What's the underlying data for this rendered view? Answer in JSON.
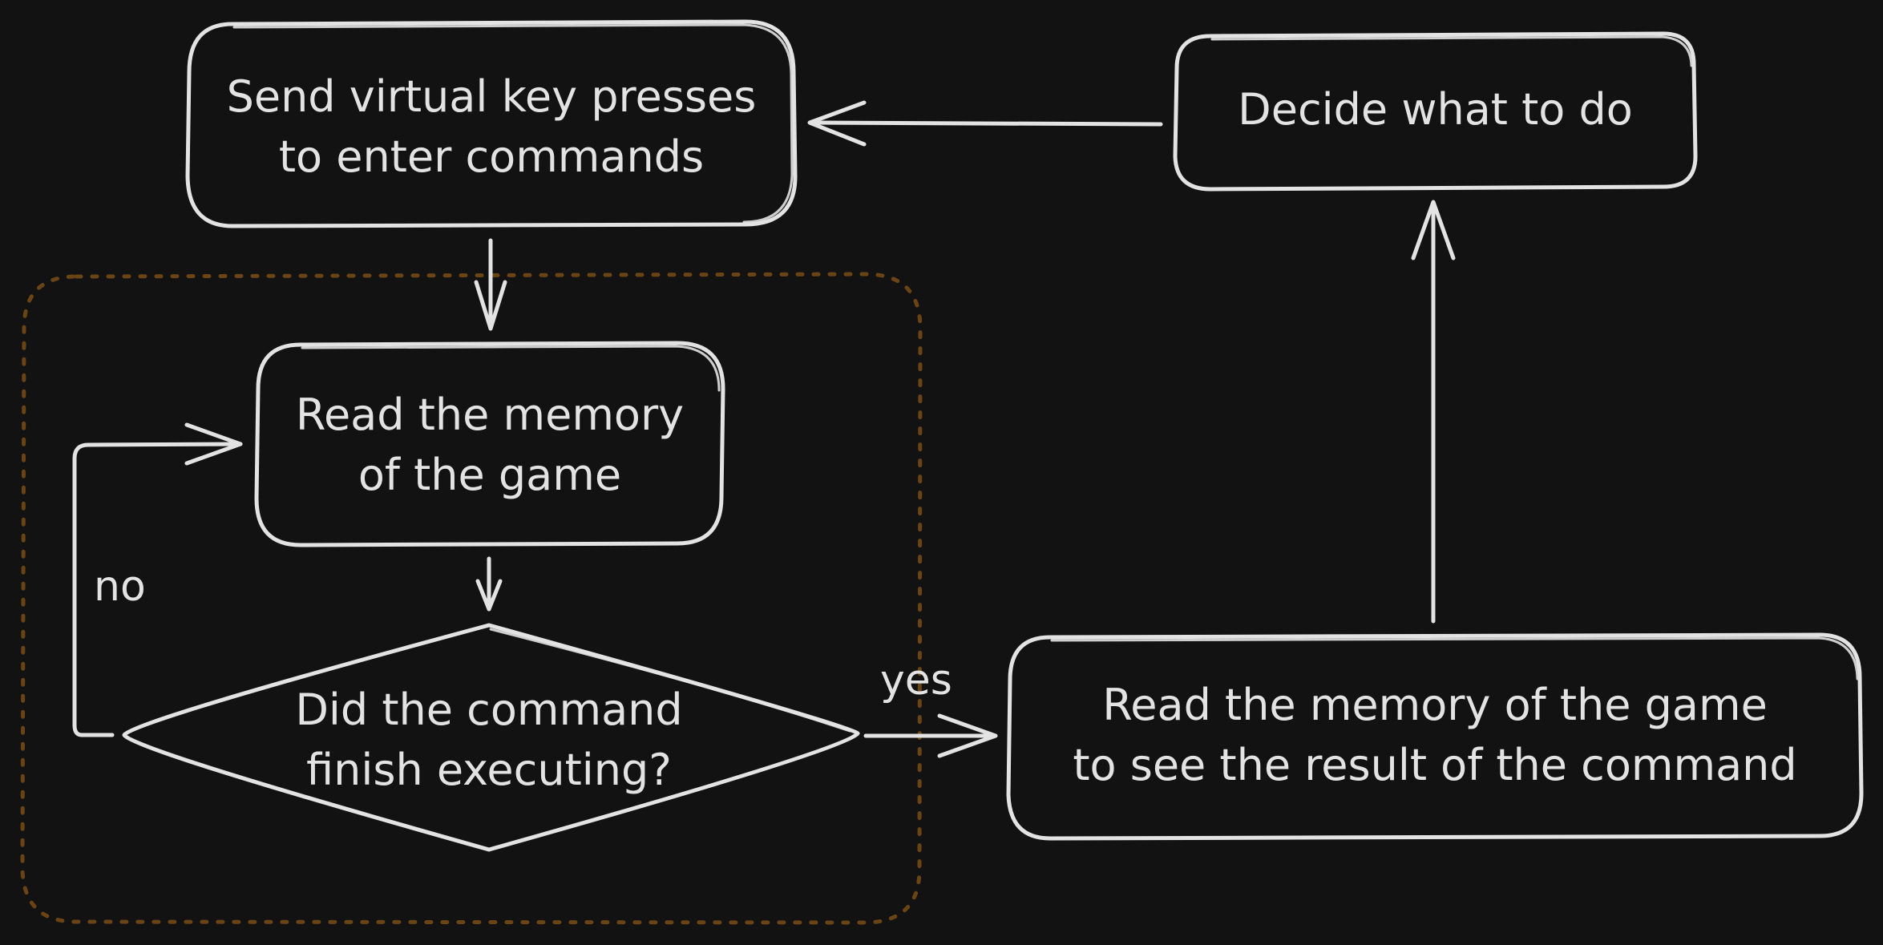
{
  "nodes": {
    "send_keys": "Send virtual key presses\nto enter commands",
    "decide": "Decide what to do",
    "read_memory": "Read the memory\nof the game",
    "did_finish": "Did the command\nfinish executing?",
    "read_result": "Read the memory of the game\nto see the result of the command"
  },
  "edges": {
    "no": "no",
    "yes": "yes"
  },
  "colors": {
    "background": "#121212",
    "stroke": "#e3e3e3",
    "group_frame": "#6b4416"
  }
}
